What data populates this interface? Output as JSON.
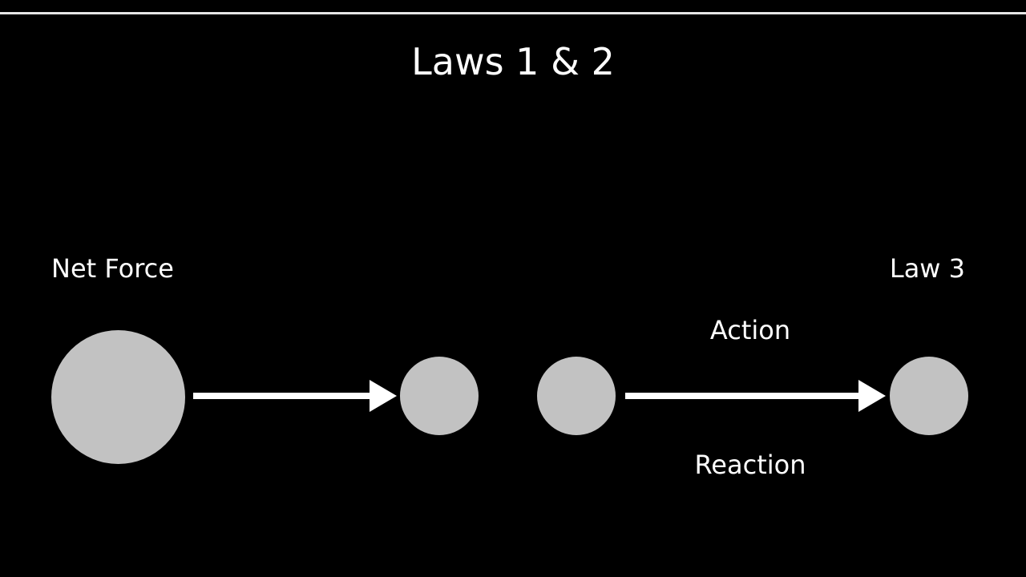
{
  "slide": {
    "title": "Laws 1 & 2",
    "left_panel": {
      "label": "Net Force"
    },
    "right_panel": {
      "label": "Law 3",
      "arrow_top_label": "Action",
      "arrow_bottom_label": "Reaction"
    }
  },
  "colors": {
    "background": "#000000",
    "text": "#ffffff",
    "ball_fill": "#c2c2c2",
    "arrow": "#ffffff"
  },
  "icons": {
    "arrows": [
      "arrow-right-icon",
      "arrow-right-icon"
    ]
  }
}
